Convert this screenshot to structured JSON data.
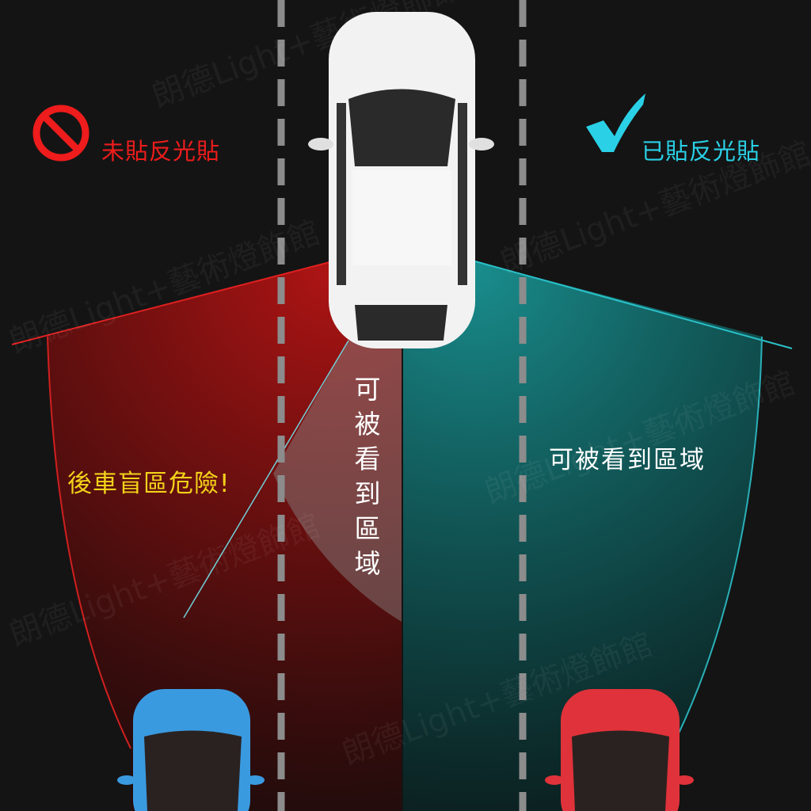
{
  "labels": {
    "without_reflector": "未貼反光貼",
    "with_reflector": "已貼反光貼",
    "blind_spot_danger": "後車盲區危險!",
    "visible_area_right": "可被看到區域",
    "visible_area_vertical": "可被看到區域"
  },
  "watermark": "朗德Light+藝術燈飾館",
  "icons": {
    "no": "prohibited-icon",
    "yes": "checkmark-icon"
  },
  "colors": {
    "background": "#141414",
    "danger_red": "#ee1c1c",
    "ok_cyan": "#2ad0e6",
    "warning_yellow": "#f2d21a",
    "blind_zone": "#7a1010",
    "visible_zone": "#116868"
  }
}
